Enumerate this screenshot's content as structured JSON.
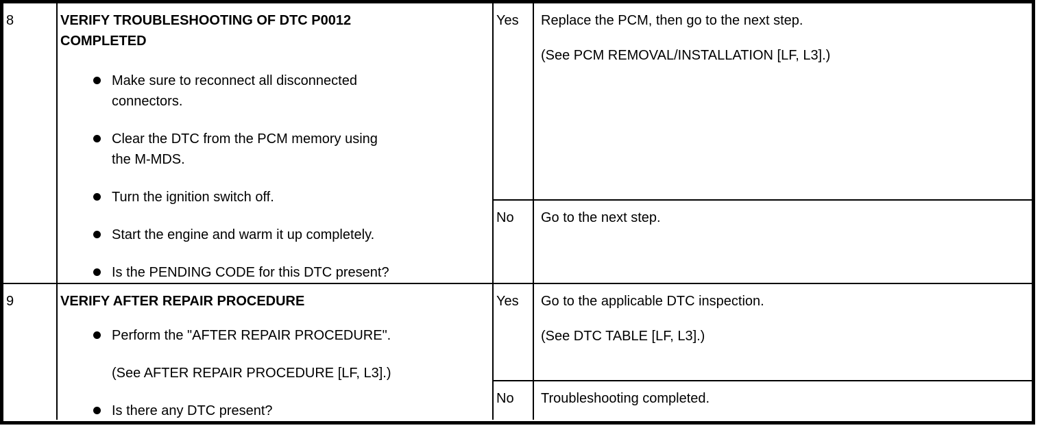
{
  "colors": {
    "background": "#ffffff",
    "text": "#000000",
    "border": "#000000"
  },
  "table": {
    "rows": [
      {
        "step": "8",
        "heading_lines": [
          "VERIFY TROUBLESHOOTING OF DTC P0012",
          "COMPLETED"
        ],
        "bullets": [
          [
            "Make sure to reconnect all disconnected",
            "connectors."
          ],
          [
            "Clear the DTC from the PCM memory using",
            "the M-MDS."
          ],
          [
            "Turn the ignition switch off."
          ],
          [
            "Start the engine and warm it up completely."
          ],
          [
            "Is the PENDING CODE for this DTC present?"
          ]
        ],
        "outcomes": [
          {
            "answer": "Yes",
            "action_paragraphs": [
              "Replace the PCM, then go to the next step.",
              "(See PCM REMOVAL/INSTALLATION [LF, L3].)"
            ]
          },
          {
            "answer": "No",
            "action_paragraphs": [
              "Go to the next step."
            ]
          }
        ]
      },
      {
        "step": "9",
        "heading_lines": [
          "VERIFY AFTER REPAIR PROCEDURE"
        ],
        "bullets": [
          [
            "Perform the \"AFTER REPAIR PROCEDURE\"."
          ],
          [
            "Is there any DTC present?"
          ]
        ],
        "note": "(See AFTER REPAIR PROCEDURE [LF, L3].)",
        "outcomes": [
          {
            "answer": "Yes",
            "action_paragraphs": [
              "Go to the applicable DTC inspection.",
              "(See DTC TABLE [LF, L3].)"
            ]
          },
          {
            "answer": "No",
            "action_paragraphs": [
              "Troubleshooting completed."
            ]
          }
        ]
      }
    ]
  }
}
